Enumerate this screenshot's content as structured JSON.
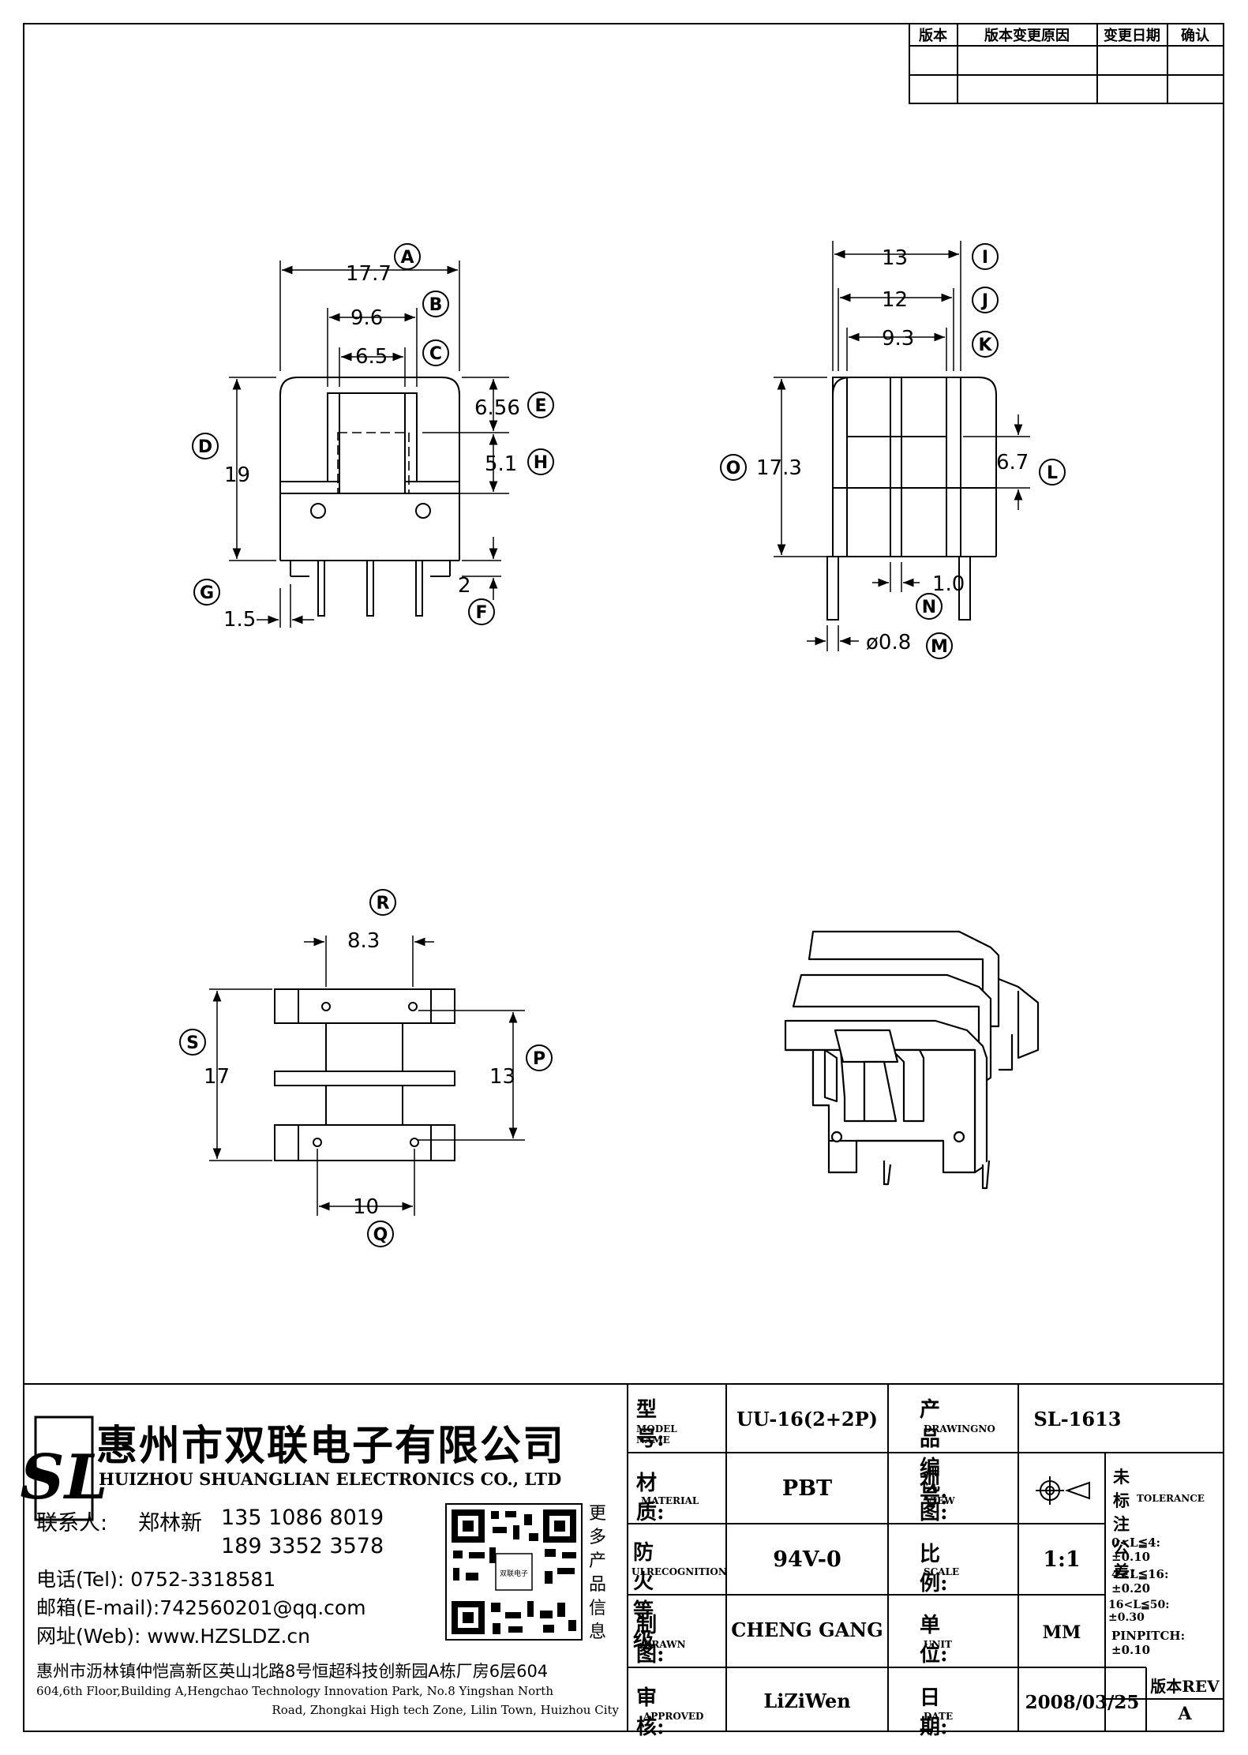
{
  "revision_table": {
    "headers": [
      "版本",
      "版本变更原因",
      "变更日期",
      "确认"
    ]
  },
  "front_view": {
    "dims": {
      "A": "17.7",
      "B": "9.6",
      "C": "6.5",
      "E": "6.56",
      "H": "5.1",
      "D": "19",
      "G": "1.5",
      "F": "2"
    },
    "markers": [
      "A",
      "B",
      "C",
      "D",
      "E",
      "F",
      "G",
      "H"
    ]
  },
  "side_view": {
    "dims": {
      "I": "13",
      "J": "12",
      "K": "9.3",
      "O": "17.3",
      "L": "6.7",
      "N": "1.0",
      "M": "ø0.8"
    },
    "markers": [
      "I",
      "J",
      "K",
      "L",
      "M",
      "N",
      "O"
    ]
  },
  "bottom_view": {
    "dims": {
      "R": "8.3",
      "S": "17",
      "P": "13",
      "Q": "10"
    },
    "markers": [
      "R",
      "S",
      "P",
      "Q"
    ]
  },
  "company": {
    "logo_letters": "SL",
    "name_cn": "惠州市双联电子有限公司",
    "name_en": "HUIZHOU SHUANGLIAN ELECTRONICS CO., LTD",
    "contact_label": "联系人:",
    "contact_name": "郑林新",
    "phone1": "135 1086 8019",
    "phone2": "189 3352 3578",
    "tel": "电话(Tel): 0752-3318581",
    "email": "邮箱(E-mail):742560201@qq.com",
    "web": "网址(Web): www.HZSLDZ.cn",
    "qr_caption": "更多产品信息",
    "qr_center": "双联电子",
    "address_cn": "惠州市沥林镇仲恺高新区英山北路8号恒超科技创新园A栋厂房6层604",
    "address_en_1": "604,6th Floor,Building A,Hengchao Technology Innovation Park, No.8 Yingshan North",
    "address_en_2": "Road, Zhongkai High tech Zone, Lilin Town, Huizhou City"
  },
  "title_block": {
    "model_label": "型号:",
    "model_sub": "MODEL NAME",
    "model_value": "UU-16(2+2P)",
    "drawing_label": "产品编号:",
    "drawing_sub": "DRAWINGNO",
    "drawing_value": "SL-1613",
    "material_label": "材质:",
    "material_sub": "MATERIAL",
    "material_value": "PBT",
    "view_label": "视图:",
    "view_sub": "VIEW",
    "tolerance_label": "未标注公差:",
    "tolerance_sub": "TOLERANCE",
    "tolerance_lines": [
      "0<L≦4:±0.10",
      "4<L≦16:±0.20",
      "16<L≦50:±0.30",
      "PINPITCH:±0.10"
    ],
    "fire_label": "防火等级",
    "fire_sub": "ULRECOGNITION",
    "fire_value": "94V-0",
    "scale_label": "比例:",
    "scale_sub": "SCALE",
    "scale_value": "1:1",
    "drawn_label": "制图:",
    "drawn_sub": "DRAWN",
    "drawn_value": "CHENG GANG",
    "unit_label": "单位:",
    "unit_sub": "UNIT",
    "unit_value": "MM",
    "approved_label": "审核:",
    "approved_sub": "APPROVED",
    "approved_value": "LiZiWen",
    "date_label": "日期:",
    "date_sub": "DATE",
    "date_value": "2008/03/25",
    "rev_label": "版本REV",
    "rev_value": "A"
  }
}
